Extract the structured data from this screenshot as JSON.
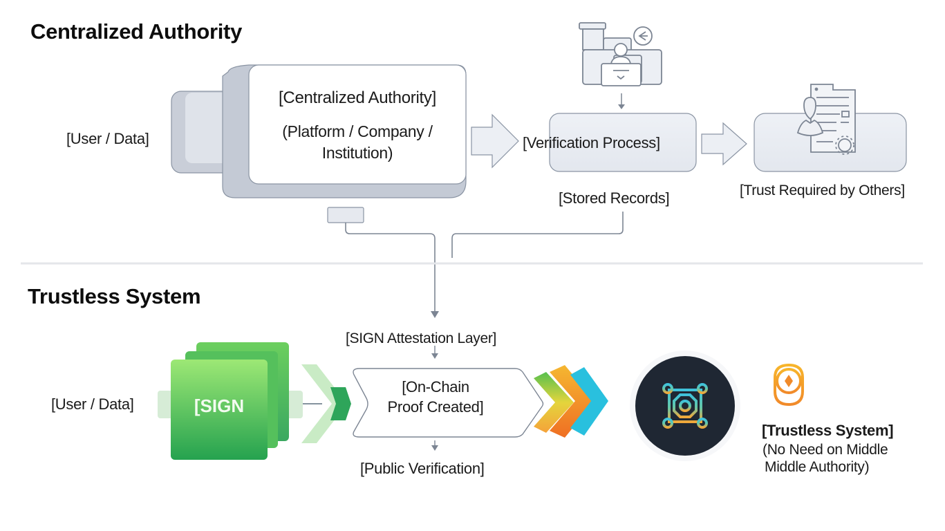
{
  "sections": {
    "top_title": "Centralized Authority",
    "bottom_title": "Trustless System"
  },
  "centralized": {
    "user_data_label": "[User / Data]",
    "authority_title": "[Centralized Authority]",
    "authority_subtitle_line1": "(Platform / Company /",
    "authority_subtitle_line2": "Institution)",
    "verification_label": "[Verification Process]",
    "stored_records_label": "[Stored Records]",
    "trust_required_label": "[Trust Required by Others]",
    "icons": {
      "verification_operator": "person-at-terminal-icon",
      "trust_document": "document-person-gear-icon"
    }
  },
  "trustless": {
    "user_data_label": "[User / Data]",
    "sign_block_label": "[SIGN",
    "attestation_layer_label": "[SIGN Attestation Layer]",
    "proof_line1": "[On-Chain",
    "proof_line2": "Proof Created]",
    "public_verification_label": "[Public Verification]",
    "result_title": "[Trustless System]",
    "result_line1": "(No Need on Middle",
    "result_line2": "Middle Authority)",
    "icons": {
      "network_node": "network-node-icon",
      "coin_token": "coin-token-icon"
    }
  },
  "colors": {
    "outline": "#8a94a3",
    "box_fill": "#e9ecf2",
    "sign_green": "#3fbb56",
    "chevron_orange": "#f39a2a",
    "chevron_cyan": "#29c0de",
    "dark_circle": "#1f2733"
  }
}
